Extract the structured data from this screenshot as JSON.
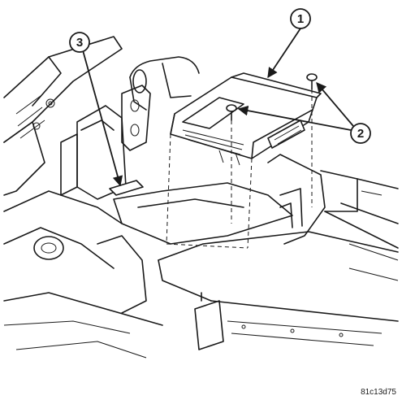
{
  "callouts": [
    {
      "id": "1",
      "label": "1"
    },
    {
      "id": "2",
      "label": "2"
    },
    {
      "id": "3",
      "label": "3"
    }
  ],
  "figure_code": "81c13d75",
  "colors": {
    "ink": "#1a1a1a",
    "paper": "#ffffff"
  }
}
